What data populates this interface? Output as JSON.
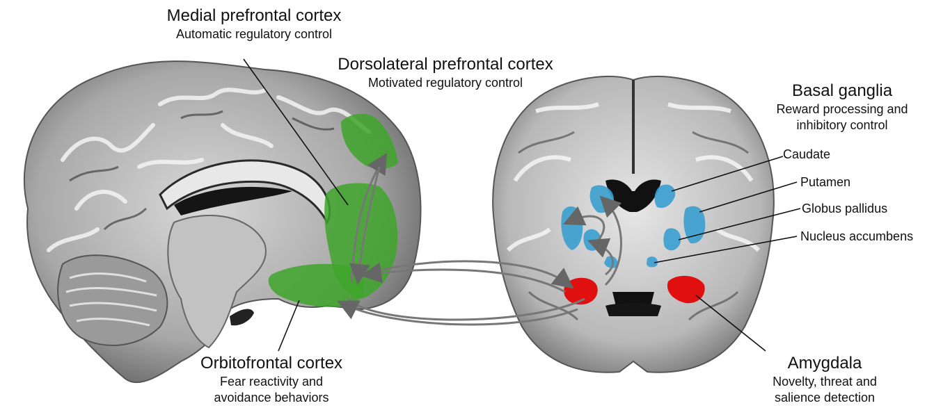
{
  "regions": {
    "mpfc": {
      "title": "Medial prefrontal cortex",
      "subtitle": "Automatic regulatory control"
    },
    "dlpfc": {
      "title": "Dorsolateral prefrontal cortex",
      "subtitle": "Motivated regulatory control"
    },
    "ofc": {
      "title": "Orbitofrontal cortex",
      "subtitle_line1": "Fear reactivity and",
      "subtitle_line2": "avoidance behaviors"
    },
    "basal_ganglia": {
      "title": "Basal ganglia",
      "subtitle_line1": "Reward processing and",
      "subtitle_line2": "inhibitory control"
    },
    "amygdala": {
      "title": "Amygdala",
      "subtitle_line1": "Novelty, threat and",
      "subtitle_line2": "salience detection"
    }
  },
  "structures": {
    "caudate": "Caudate",
    "putamen": "Putamen",
    "globus_pallidus": "Globus pallidus",
    "nucleus_accumbens": "Nucleus accumbens"
  },
  "colors": {
    "prefrontal": "#3fa52a",
    "basal_ganglia": "#3a9fd0",
    "amygdala": "#e01010",
    "arrow": "#777777",
    "brain_tissue": "#8c8c8c",
    "white_matter": "#e4e4e4",
    "csf": "#101010"
  }
}
